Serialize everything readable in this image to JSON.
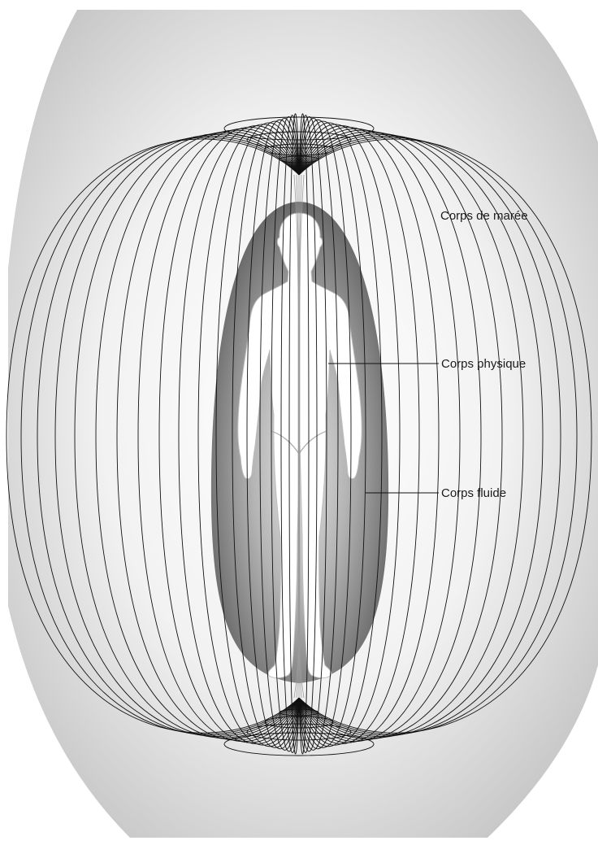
{
  "labels": {
    "tidal_body": "Corps de marée",
    "physical_body": "Corps physique",
    "fluid_body": "Corps fluide"
  },
  "colors": {
    "background_light": "#f7f7f7",
    "background_mid": "#c9c9c9",
    "fluid_dark": "#5f5f5f",
    "fluid_light": "#d6d6d6",
    "figure": "#ffffff",
    "field_lines": "#111111",
    "midline": "#9a9a9a"
  },
  "icons": {
    "figure": "human-silhouette-icon"
  }
}
